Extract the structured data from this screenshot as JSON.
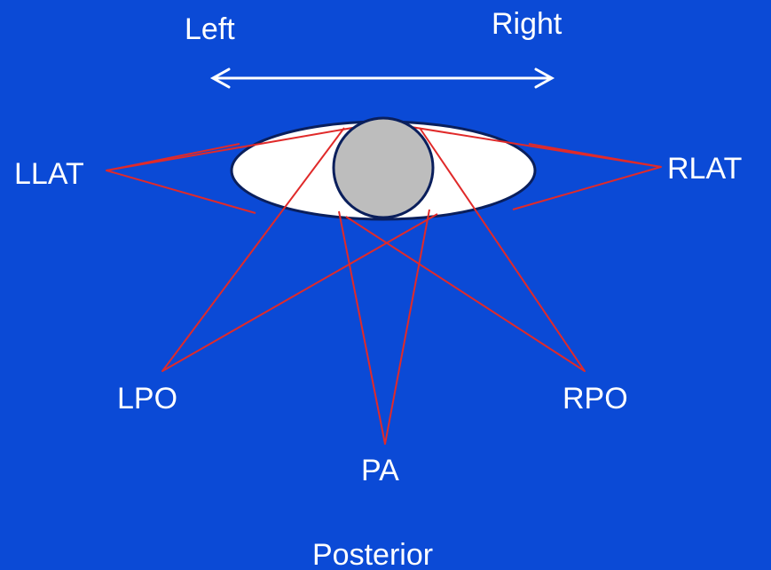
{
  "labels": {
    "left": "Left",
    "right": "Right",
    "llat": "LLAT",
    "rlat": "RLAT",
    "lpo": "LPO",
    "rpo": "RPO",
    "pa": "PA",
    "posterior": "Posterior"
  },
  "colors": {
    "background": "#0b4ad6",
    "beam_lines": "#e02a2a",
    "body_fill": "#ffffff",
    "body_outline": "#0a1f5c",
    "center_fill": "#bdbdbd",
    "arrow": "#ffffff",
    "text": "#ffffff"
  }
}
